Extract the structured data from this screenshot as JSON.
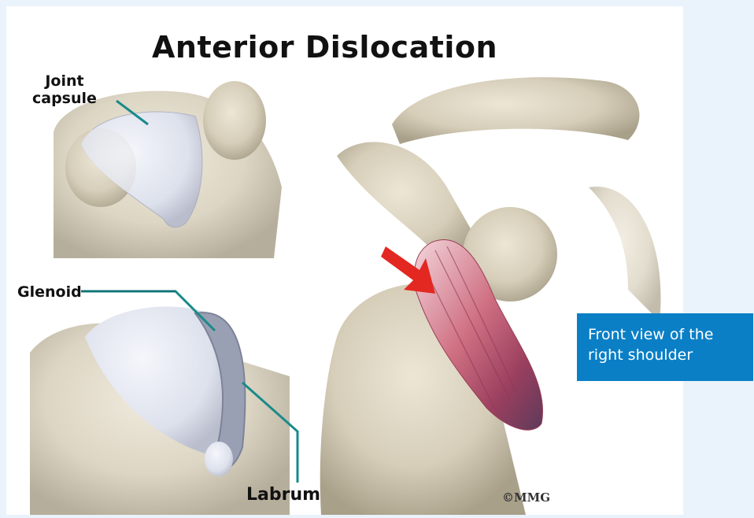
{
  "figure": {
    "title": "Anterior Dislocation",
    "labels": {
      "joint_capsule_line1": "Joint",
      "joint_capsule_line2": "capsule",
      "glenoid": "Glenoid",
      "labrum": "Labrum"
    },
    "copyright": "©MMG"
  },
  "caption": {
    "line1": "Front view of the",
    "line2": "right shoulder"
  },
  "colors": {
    "page_background": "#eaf3fb",
    "caption_background": "#0a7fc6",
    "bone": "#d9d2c0",
    "capsule": "#e4e7ef",
    "leader_line": "#1a8a8a",
    "arrow": "#e32822",
    "torn_capsule": "#c25a6e"
  }
}
